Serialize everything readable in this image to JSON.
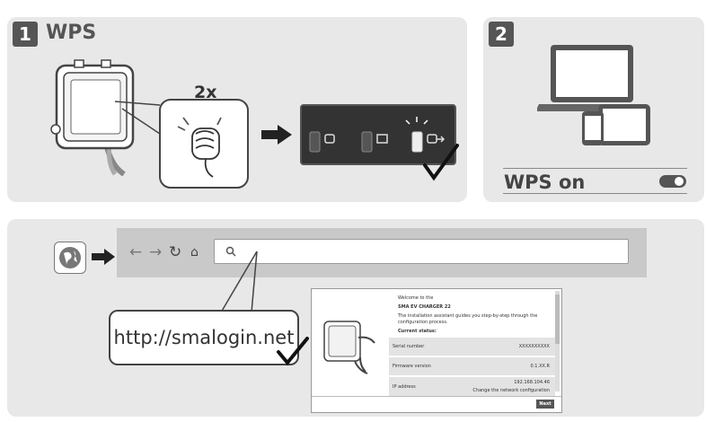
{
  "step1": {
    "number": "1",
    "title": "WPS",
    "press_count": "2x"
  },
  "step2": {
    "number": "2",
    "wps_label": "WPS on",
    "toggle_on": true
  },
  "browser": {
    "url": "http://smalogin.net"
  },
  "wizard": {
    "welcome": "Welcome to the",
    "product": "SMA EV CHARGER 22",
    "intro_line1": "The installation assistant guides you step-by-step through the",
    "intro_line2": "configuration process.",
    "status_heading": "Current status:",
    "rows": [
      {
        "label": "Serial number",
        "value": "XXXXXXXXXX"
      },
      {
        "label": "Firmware version",
        "value": "0.1.XX.R"
      },
      {
        "label": "IP address",
        "value": "192.168.104.46",
        "link": "Change the network configuration"
      }
    ],
    "next_label": "Next"
  },
  "colors": {
    "panel": "#e8e8e8",
    "dark": "#444444",
    "badge": "#555555"
  }
}
